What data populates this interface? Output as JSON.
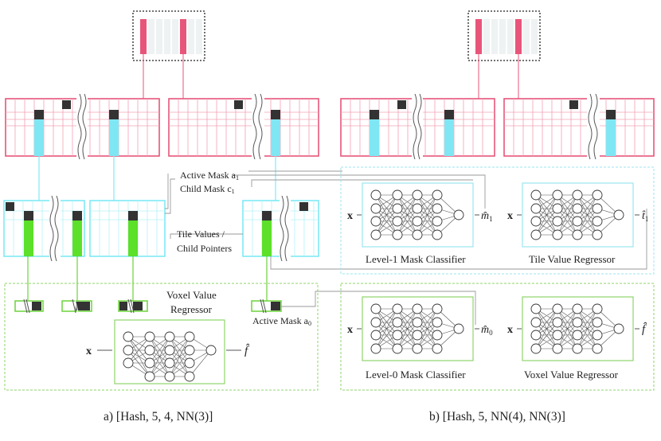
{
  "colors": {
    "pink": "#e8557a",
    "pink_light": "#f2a0b5",
    "cyan": "#7fe9f5",
    "cyan_fill": "#7fe7f3",
    "green": "#6ad33a",
    "green_bright": "#5ce02a",
    "dark": "#333333",
    "gray_fill": "#eef2f3",
    "line_gray": "#9a9a9a"
  },
  "panel_a": {
    "caption": "a) [Hash, 5, 4, NN(3)]",
    "voxel_regressor_title_line1": "Voxel Value",
    "voxel_regressor_title_line2": "Regressor",
    "input_label": "x",
    "output_label": "f̂",
    "active_mask_1": "Active Mask a",
    "active_mask_1_sub": "1",
    "child_mask_1": "Child Mask c",
    "child_mask_1_sub": "1",
    "tile_values_line1": "Tile Values /",
    "tile_values_line2": "Child Pointers",
    "active_mask_0": "Active Mask a",
    "active_mask_0_sub": "0"
  },
  "panel_b": {
    "caption": "b) [Hash, 5, NN(4), NN(3)]",
    "input_label": "x",
    "level1_classifier": "Level-1 Mask Classifier",
    "level1_output": "m̂",
    "level1_output_sub": "1",
    "tile_regressor": "Tile Value Regressor",
    "tile_output": "t̂",
    "tile_output_sub": "1",
    "level0_classifier": "Level-0 Mask Classifier",
    "level0_output": "m̂",
    "level0_output_sub": "0",
    "voxel_regressor": "Voxel Value Regressor",
    "voxel_output": "f̂"
  }
}
